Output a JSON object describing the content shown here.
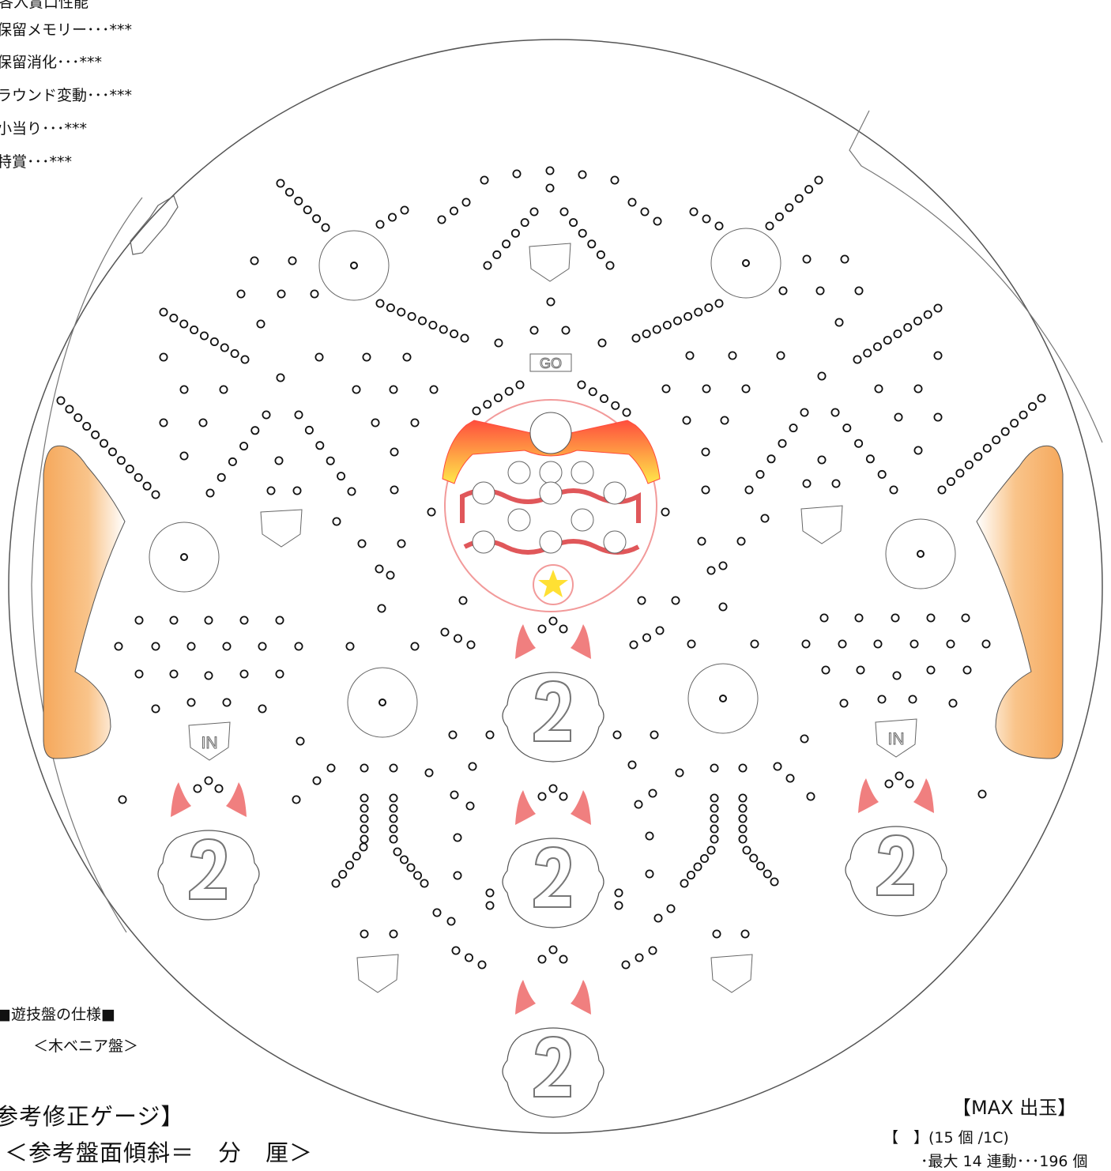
{
  "notes": {
    "top_cut": "各入賞口性能",
    "items": [
      "保留メモリー･･･***",
      "保留消化･･･***",
      "ラウンド変動･･･***",
      "小当り･･･***",
      "特賞･･･***"
    ]
  },
  "board": {
    "go_label": "GO",
    "in_label": "IN",
    "win_number": "2",
    "colors": {
      "wing_gradient": [
        "#ff4a3d",
        "#ffe84a"
      ],
      "side_band": [
        "#f5a85c",
        "#ffffff"
      ],
      "ring": "#f29a9a",
      "wave": "#e0575a",
      "star": "#ffe033",
      "ears": "#f07f7f"
    }
  },
  "spec": {
    "title": "■遊技盤の仕様■",
    "subtitle": "＜木ベニア盤＞"
  },
  "gauge": {
    "title": "参考修正ゲージ】",
    "tilt": "＜参考盤面傾斜＝　分　厘＞"
  },
  "max_out": {
    "title": "【MAX 出玉】",
    "line1": "【　】(15 個 /1C)",
    "line2": "･最大 14 連動･･･196 個"
  }
}
